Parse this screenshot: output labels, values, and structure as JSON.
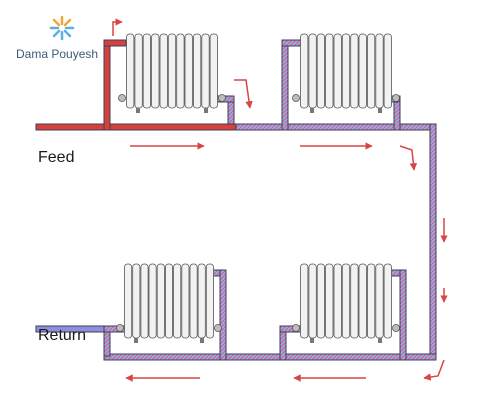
{
  "logo": {
    "text": "Dama Pouyesh",
    "icon": "sunburst-logo"
  },
  "labels": {
    "feed": "Feed",
    "return": "Return"
  },
  "colors": {
    "feed_pipe": "#d6403d",
    "return_pipe": "#8d8fe0",
    "pipe_outline": "#3f3f55",
    "arrow": "#d94545",
    "radiator_fill": "#f2f2f2",
    "radiator_stroke": "#555555"
  },
  "components": {
    "radiators": [
      "radiator-top-left",
      "radiator-top-right",
      "radiator-bottom-left",
      "radiator-bottom-right"
    ]
  }
}
